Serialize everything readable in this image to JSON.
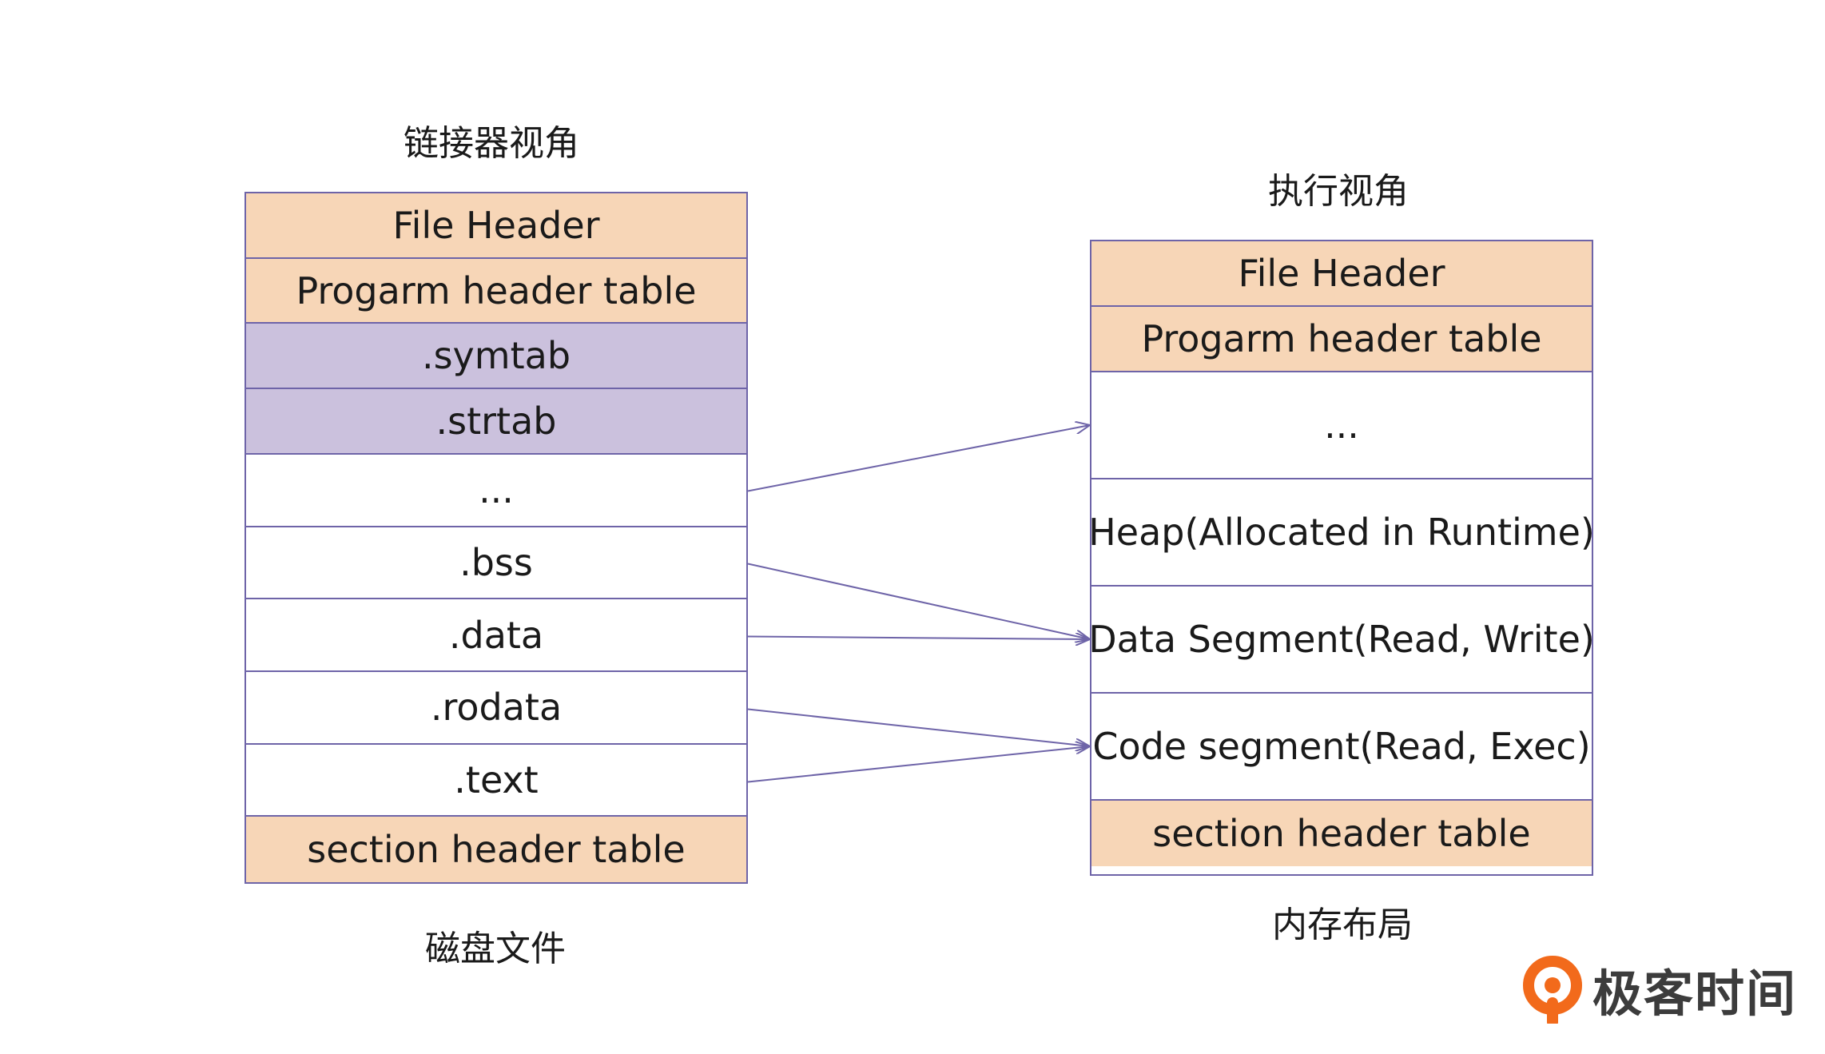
{
  "left": {
    "caption": "链接器视角",
    "footer": "磁盘文件",
    "rows": [
      {
        "label": "File Header",
        "fill": "peach"
      },
      {
        "label": "Progarm header table",
        "fill": "peach"
      },
      {
        "label": ".symtab",
        "fill": "lilac"
      },
      {
        "label": ".strtab",
        "fill": "lilac"
      },
      {
        "label": "...",
        "fill": "white"
      },
      {
        "label": ".bss",
        "fill": "white"
      },
      {
        "label": ".data",
        "fill": "white"
      },
      {
        "label": ".rodata",
        "fill": "white"
      },
      {
        "label": ".text",
        "fill": "white"
      },
      {
        "label": "section header table",
        "fill": "peach"
      }
    ]
  },
  "right": {
    "caption": "执行视角",
    "footer": "内存布局",
    "rows": [
      {
        "label": "File Header",
        "fill": "peach"
      },
      {
        "label": "Progarm header table",
        "fill": "peach"
      },
      {
        "label": "...",
        "fill": "white"
      },
      {
        "label": "Heap(Allocated in Runtime)",
        "fill": "white"
      },
      {
        "label": "Data Segment(Read, Write)",
        "fill": "white"
      },
      {
        "label": "Code segment(Read, Exec)",
        "fill": "white"
      },
      {
        "label": "section header table",
        "fill": "peach"
      }
    ]
  },
  "mappings": [
    {
      "from": 4,
      "to": 2
    },
    {
      "from": 5,
      "to": 4
    },
    {
      "from": 6,
      "to": 4
    },
    {
      "from": 7,
      "to": 5
    },
    {
      "from": 8,
      "to": 5
    }
  ],
  "colors": {
    "peach": "#f7d6b7",
    "lilac": "#cbc1dd",
    "border": "#6e64a8",
    "logo_accent": "#f26a1b"
  },
  "brand": {
    "name": "极客时间",
    "icon": "geektime-logo-icon"
  }
}
